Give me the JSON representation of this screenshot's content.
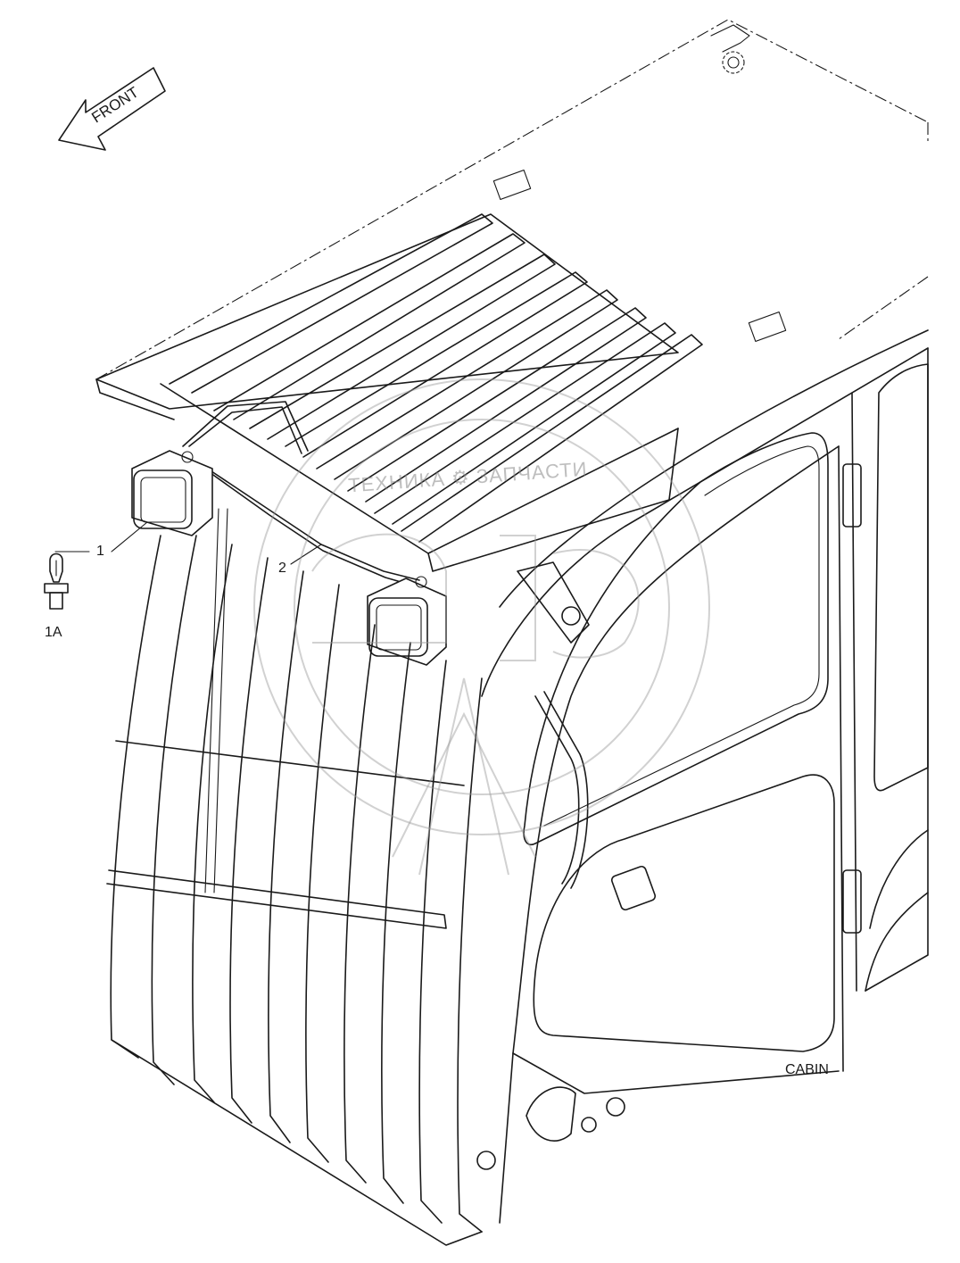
{
  "callouts": {
    "item_1": "1",
    "item_2": "2",
    "item_1a": "1A"
  },
  "direction_arrow": {
    "label": "FRONT"
  },
  "assembly_label": "CABIN",
  "watermark": {
    "brand_text": "ТЕХНИКА ⚙ ЗАПЧАСТИ",
    "logo": "етф"
  },
  "colors": {
    "line": "#1a1a1a",
    "watermark": "#9a9a9a",
    "background": "#ffffff"
  }
}
